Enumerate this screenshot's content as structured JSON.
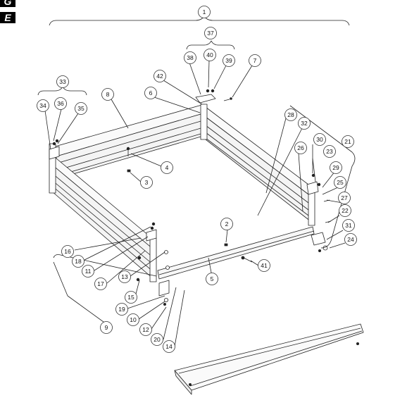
{
  "badges": {
    "top": "G",
    "bottom": "E"
  },
  "callouts": [
    {
      "id": "c1",
      "label": "1"
    },
    {
      "id": "c37",
      "label": "37"
    },
    {
      "id": "c38",
      "label": "38"
    },
    {
      "id": "c40",
      "label": "40"
    },
    {
      "id": "c39",
      "label": "39"
    },
    {
      "id": "c7",
      "label": "7"
    },
    {
      "id": "c42",
      "label": "42"
    },
    {
      "id": "c6",
      "label": "6"
    },
    {
      "id": "c8",
      "label": "8"
    },
    {
      "id": "c33",
      "label": "33"
    },
    {
      "id": "c34",
      "label": "34"
    },
    {
      "id": "c36",
      "label": "36"
    },
    {
      "id": "c35",
      "label": "35"
    },
    {
      "id": "c4",
      "label": "4"
    },
    {
      "id": "c3",
      "label": "3"
    },
    {
      "id": "c28",
      "label": "28"
    },
    {
      "id": "c32",
      "label": "32"
    },
    {
      "id": "c30",
      "label": "30"
    },
    {
      "id": "c21",
      "label": "21"
    },
    {
      "id": "c26",
      "label": "26"
    },
    {
      "id": "c23",
      "label": "23"
    },
    {
      "id": "c29",
      "label": "29"
    },
    {
      "id": "c25",
      "label": "25"
    },
    {
      "id": "c27",
      "label": "27"
    },
    {
      "id": "c22",
      "label": "22"
    },
    {
      "id": "c31",
      "label": "31"
    },
    {
      "id": "c24",
      "label": "24"
    },
    {
      "id": "c2",
      "label": "2"
    },
    {
      "id": "c41",
      "label": "41"
    },
    {
      "id": "c5",
      "label": "5"
    },
    {
      "id": "c16",
      "label": "16"
    },
    {
      "id": "c18",
      "label": "18"
    },
    {
      "id": "c11",
      "label": "11"
    },
    {
      "id": "c17",
      "label": "17"
    },
    {
      "id": "c13",
      "label": "13"
    },
    {
      "id": "c15",
      "label": "15"
    },
    {
      "id": "c19",
      "label": "19"
    },
    {
      "id": "c10",
      "label": "10"
    },
    {
      "id": "c12",
      "label": "12"
    },
    {
      "id": "c9",
      "label": "9"
    },
    {
      "id": "c20",
      "label": "20"
    },
    {
      "id": "c14",
      "label": "14"
    }
  ]
}
